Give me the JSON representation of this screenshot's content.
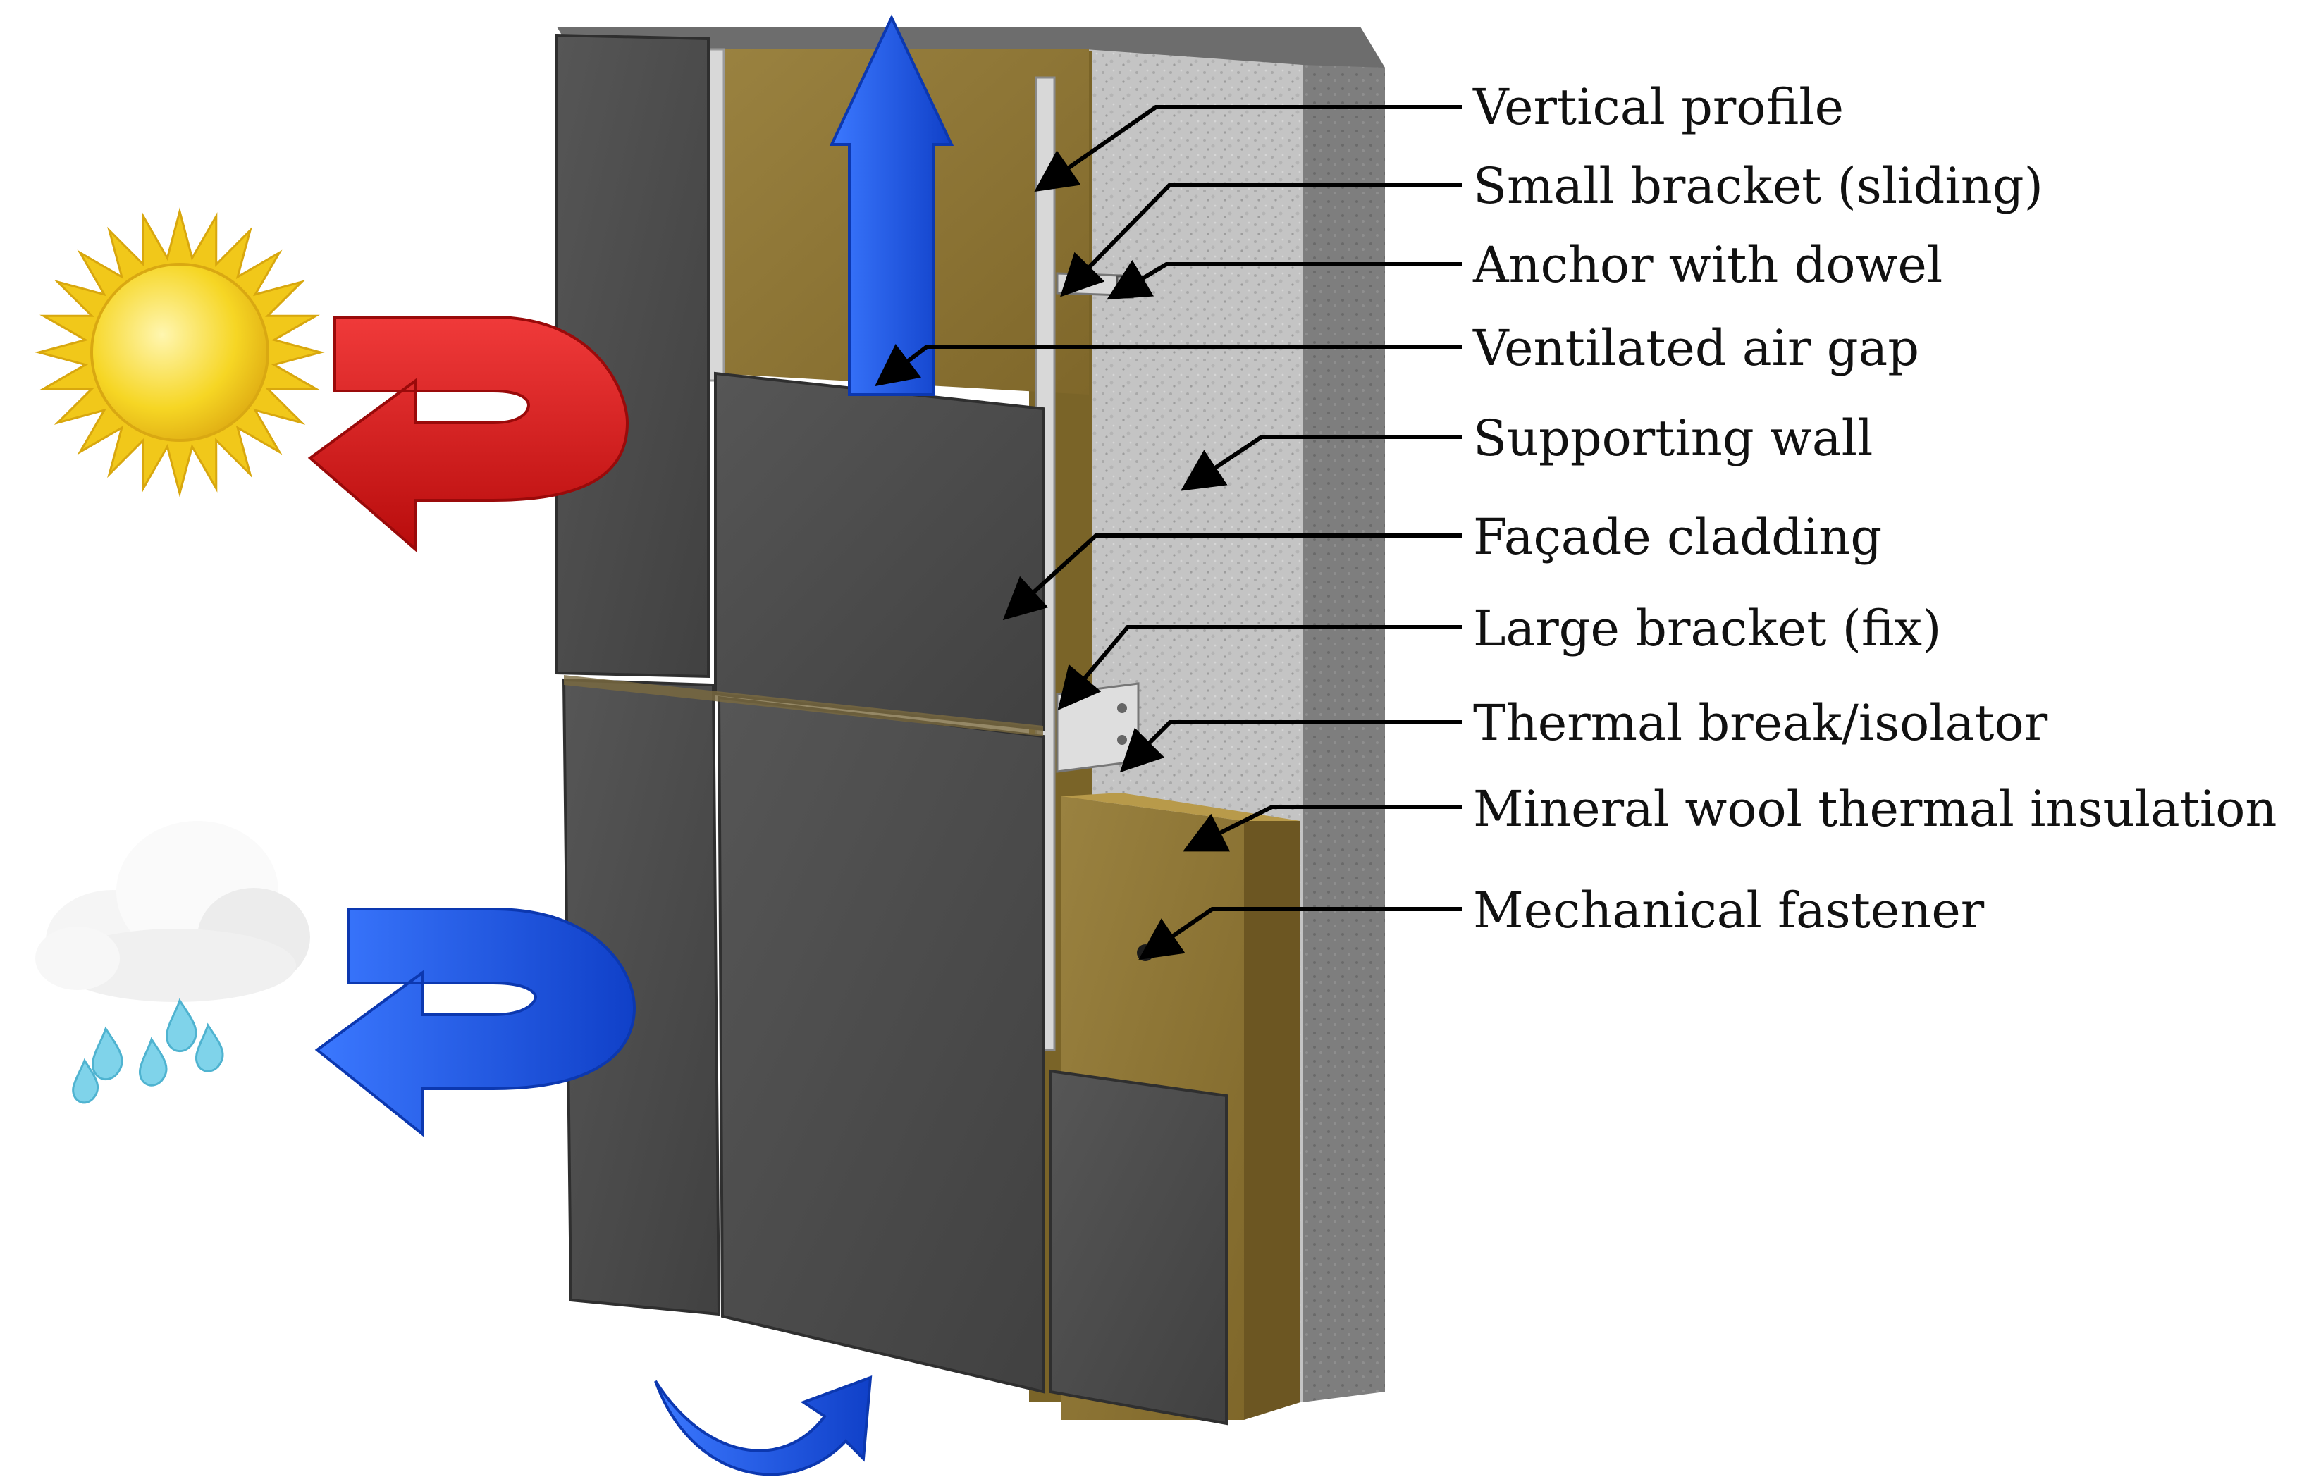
{
  "diagram": {
    "labels": [
      "Vertical profile",
      "Small bracket (sliding)",
      "Anchor with dowel",
      "Ventilated air gap",
      "Supporting wall",
      "Façade cladding",
      "Large bracket (fix)",
      "Thermal break/isolator",
      "Mineral wool thermal insulation",
      "Mechanical fastener"
    ]
  },
  "icons": {
    "sun": "sun-icon",
    "rain_cloud": "rain-cloud-icon",
    "heat_reflection_arrow": "u-turn-arrow-icon",
    "rain_reflection_arrow": "u-turn-arrow-icon",
    "air_up_arrow": "arrow-up-icon",
    "air_inlet_arrow": "curved-arrow-icon"
  },
  "colors": {
    "cladding": "#4a4a4a",
    "cladding_side": "#2e2e2e",
    "insulation": "#8a7232",
    "insulation_light": "#9a8240",
    "concrete": "#c2c2c2",
    "concrete_side": "#7c7c7c",
    "metal": "#d9d9d9",
    "heat_arrow": "#dd1515",
    "air_arrow": "#1a55e8",
    "sun": "#f5cf1c",
    "cloud": "#f4f4f4",
    "rain": "#7fd3ea"
  }
}
